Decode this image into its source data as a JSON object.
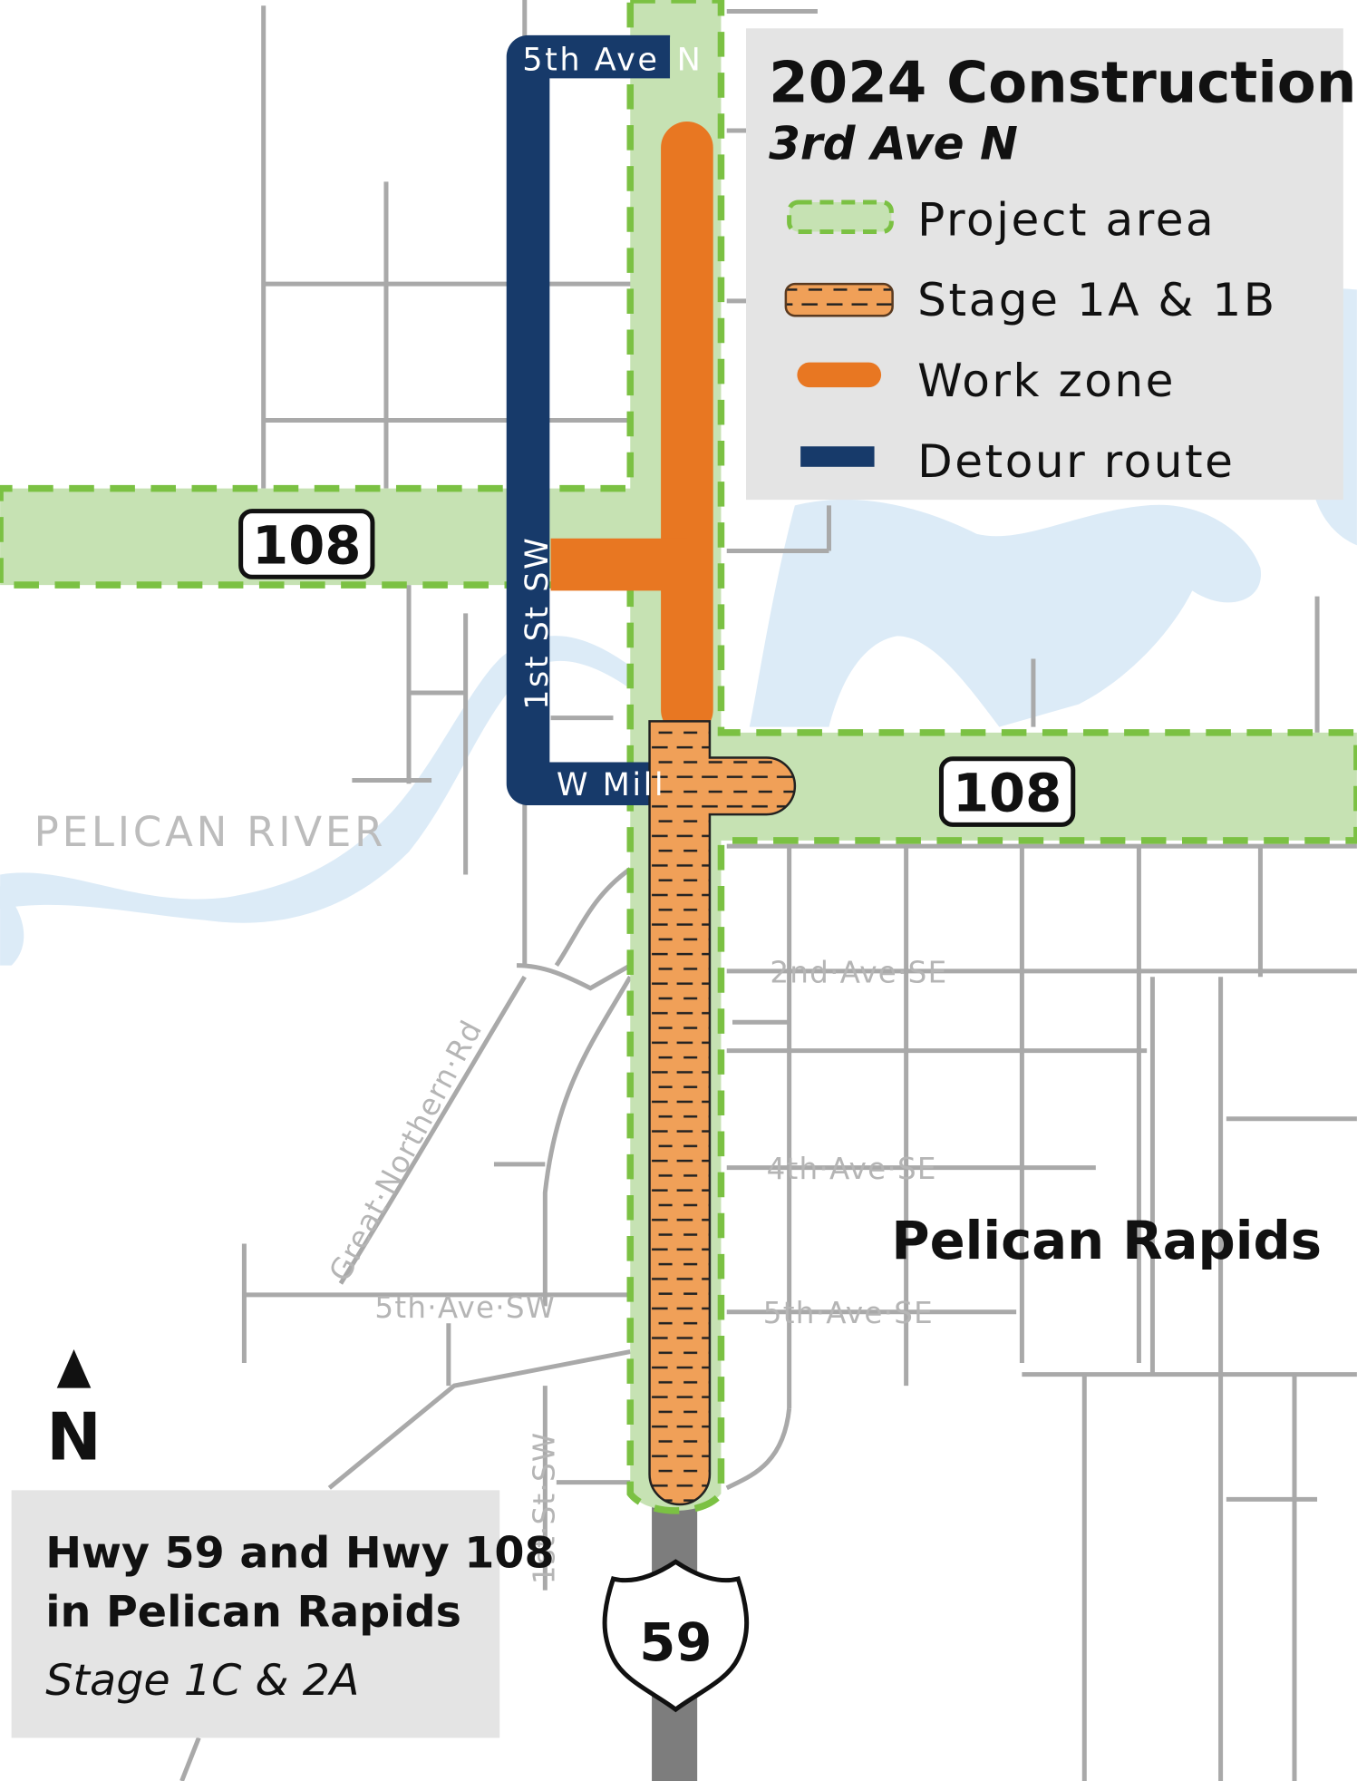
{
  "legend": {
    "title": "2024 Construction",
    "subtitle": "3rd Ave N",
    "items": [
      {
        "label": "Project area",
        "symbol": "project-area"
      },
      {
        "label": "Stage 1A & 1B",
        "symbol": "stage-hatched"
      },
      {
        "label": "Work zone",
        "symbol": "work-zone"
      },
      {
        "label": "Detour route",
        "symbol": "detour"
      }
    ]
  },
  "info_box": {
    "line1": "Hwy 59 and Hwy 108",
    "line2": "in Pelican Rapids",
    "line3": "Stage 1C & 2A"
  },
  "north_arrow": {
    "label": "N"
  },
  "shields": {
    "hwy108_west": "108",
    "hwy108_east": "108",
    "us59": "59"
  },
  "labels": {
    "detour_top": "5th Ave",
    "detour_top_suffix": "N",
    "detour_side": "1st St SW",
    "detour_bottom": "W Mill",
    "river": "PELICAN RIVER",
    "city": "Pelican Rapids",
    "street_2nd_se": "2nd·Ave·SE",
    "street_4th_se": "4th·Ave·SE",
    "street_5th_se": "5th·Ave·SE",
    "street_5th_sw": "5th·Ave·SW",
    "street_great_northern": "Great·Northern·Rd",
    "street_1st_sw": "1st·St·SW"
  },
  "colors": {
    "project_fill": "#c6e2b3",
    "project_border": "#7bc143",
    "work_zone": "#e87722",
    "stage": "#f0a058",
    "detour": "#173a6a",
    "street": "#a9a9a9",
    "water": "#dcebf7",
    "legend_bg": "#e4e4e4"
  }
}
